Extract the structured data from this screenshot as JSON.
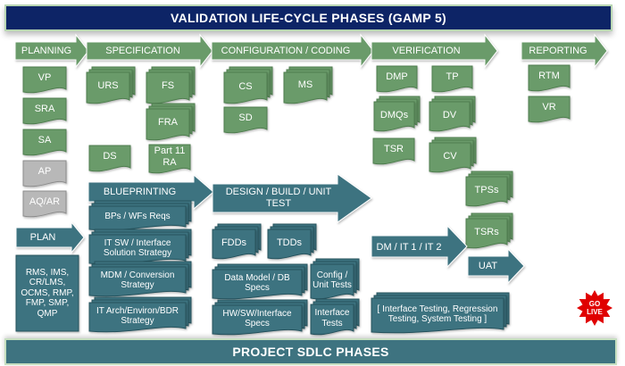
{
  "title": "VALIDATION LIFE-CYCLE PHASES (GAMP 5)",
  "footer": "PROJECT SDLC PHASES",
  "colors": {
    "title_bg": "#0d2466",
    "green": "#6b9b6b",
    "gray": "#b8b8b8",
    "teal": "#3e7380",
    "go_live": "#e00000"
  },
  "validation_phases": [
    {
      "label": "PLANNING"
    },
    {
      "label": "SPECIFICATION"
    },
    {
      "label": "CONFIGURATION / CODING"
    },
    {
      "label": "VERIFICATION"
    },
    {
      "label": "REPORTING"
    }
  ],
  "planning_docs": [
    "VP",
    "SRA",
    "SA",
    "AP",
    "AQ/AR"
  ],
  "specification_docs": [
    "URS",
    "FS",
    "FRA",
    "DS",
    "Part 11 RA"
  ],
  "configuration_docs": [
    "CS",
    "MS",
    "SD"
  ],
  "verification_docs": [
    "DMP",
    "TP",
    "DMQs",
    "DV",
    "TSR",
    "CV",
    "TPSs",
    "TSRs"
  ],
  "reporting_docs": [
    "RTM",
    "VR"
  ],
  "sdlc": {
    "plan": "PLAN",
    "plan_items": "RMS, IMS, CR/LMS, OCMS, RMP, FMP, SMP, QMP",
    "blueprinting": "BLUEPRINTING",
    "blueprint_items": [
      "BPs / WFs Reqs",
      "IT SW / Interface Solution Strategy",
      "MDM / Conversion Strategy",
      "IT Arch/Environ/BDR Strategy"
    ],
    "design": "DESIGN / BUILD / UNIT TEST",
    "design_items": [
      "FDDs",
      "TDDs",
      "Data Model / DB Specs",
      "Config / Unit Tests",
      "HW/SW/Interface Specs",
      "Interface Tests"
    ],
    "dm_it": "DM / IT 1 / IT 2",
    "uat": "UAT",
    "testing": "[ Interface Testing, Regression Testing, System Testing ]",
    "go_live": "GO LIVE"
  }
}
